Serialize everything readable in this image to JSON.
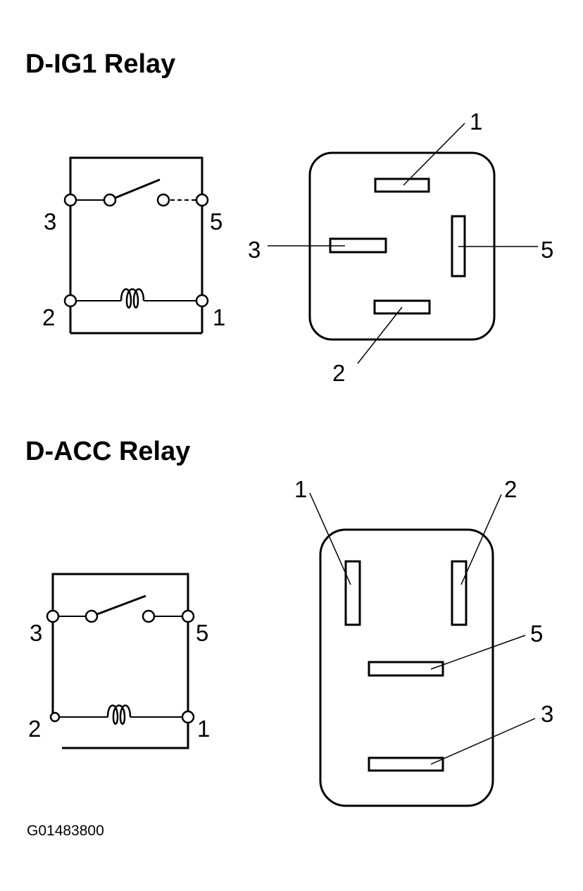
{
  "relays": [
    {
      "title": "D-IG1 Relay",
      "circuit_terminals": {
        "t3": "3",
        "t5": "5",
        "t2": "2",
        "t1": "1"
      },
      "connector_terminals": {
        "t1": "1",
        "t2": "2",
        "t3": "3",
        "t5": "5"
      }
    },
    {
      "title": "D-ACC Relay",
      "circuit_terminals": {
        "t3": "3",
        "t5": "5",
        "t2": "2",
        "t1": "1"
      },
      "connector_terminals": {
        "t1": "1",
        "t2": "2",
        "t5": "5",
        "t3": "3"
      }
    }
  ],
  "figure_id": "G01483800"
}
